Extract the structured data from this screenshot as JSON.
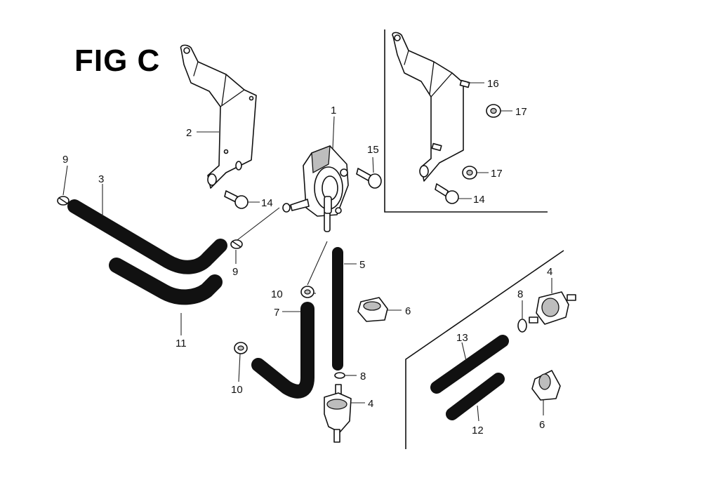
{
  "figure": {
    "title": "FIG C"
  },
  "callouts": {
    "c1": "1",
    "c2": "2",
    "c3": "3",
    "c4a": "4",
    "c4b": "4",
    "c5": "5",
    "c6a": "6",
    "c6b": "6",
    "c7": "7",
    "c8a": "8",
    "c8b": "8",
    "c9a": "9",
    "c9b": "9",
    "c10a": "10",
    "c10b": "10",
    "c11": "11",
    "c12": "12",
    "c13": "13",
    "c14a": "14",
    "c14b": "14",
    "c15": "15",
    "c16": "16",
    "c17a": "17",
    "c17b": "17"
  },
  "colors": {
    "line": "#111111",
    "background": "#ffffff",
    "shade": "#bdbdbd"
  }
}
